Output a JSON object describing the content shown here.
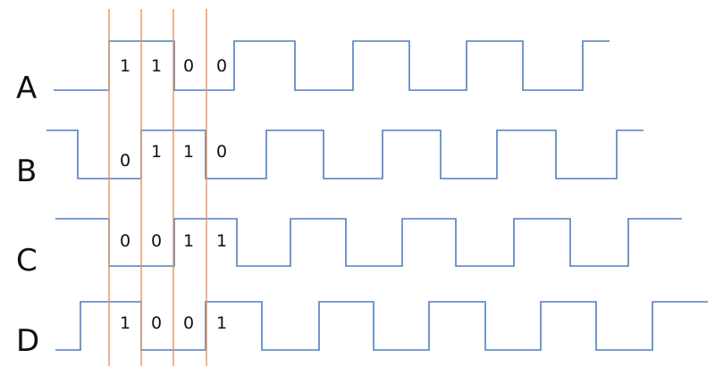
{
  "signals": [
    {
      "name": "A",
      "sample_bits": [
        "1",
        "1",
        "0",
        "0"
      ]
    },
    {
      "name": "B",
      "sample_bits": [
        "0",
        "1",
        "1",
        "0"
      ]
    },
    {
      "name": "C",
      "sample_bits": [
        "0",
        "0",
        "1",
        "1"
      ]
    },
    {
      "name": "D",
      "sample_bits": [
        "1",
        "0",
        "0",
        "1"
      ]
    }
  ],
  "colors": {
    "waveform": "#4f7fbf",
    "markers": "#e8925a",
    "text": "#111111"
  }
}
